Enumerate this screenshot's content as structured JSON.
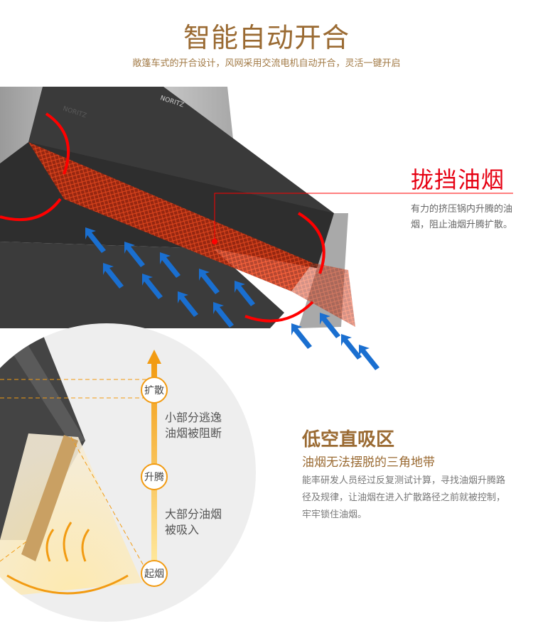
{
  "header": {
    "title": "智能自动开合",
    "subtitle": "敞篷车式的开合设计，风网采用交流电机自动开合，灵活一键开启"
  },
  "hood": {
    "brand": "NORITZ",
    "callout_title": "拢挡油烟",
    "callout_body": "有力的挤压锅内升腾的油烟，阻止油烟升腾扩散。"
  },
  "flow": {
    "nodes": [
      "扩散",
      "升腾",
      "起烟"
    ],
    "stage_upper": [
      "小部分逃逸",
      "油烟被阻断"
    ],
    "stage_lower": [
      "大部分油烟",
      "被吸入"
    ]
  },
  "low_zone": {
    "title": "低空直吸区",
    "subtitle": "油烟无法摆脱的三角地带",
    "body": "能率研发人员经过反复测试计算，寻找油烟升腾路径及规律，让油烟在进入扩散路径之前就被控制，牢牢锁住油烟。"
  },
  "colors": {
    "brand_brown": "#9a6a32",
    "accent_red": "#e60012",
    "flow_orange": "#f29b12",
    "air_blue": "#1a6fd0"
  }
}
